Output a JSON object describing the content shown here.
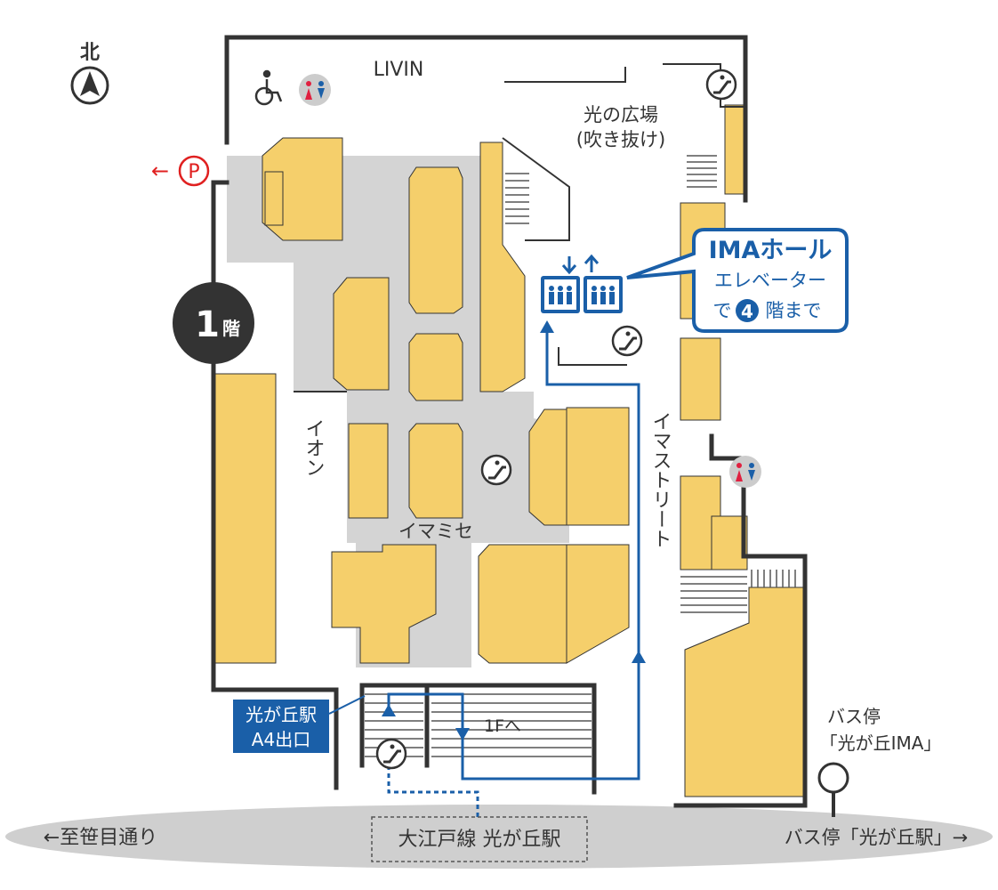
{
  "north": {
    "label": "北"
  },
  "top_area": {
    "label": "LIVIN"
  },
  "plaza": {
    "line1": "光の広場",
    "line2": "(吹き抜け)"
  },
  "parking": {
    "label": "←",
    "symbol": "P"
  },
  "floor_badge": {
    "number": "1",
    "suffix": "階"
  },
  "corridors": {
    "aeon": "イオン",
    "imamise": "イマミセ",
    "ima_street": "イマストリート"
  },
  "callout": {
    "title": "IMAホール",
    "line2": "エレベーター",
    "line3_pre": "で",
    "line3_num": "4",
    "line3_post": "階まで"
  },
  "exit": {
    "line1": "光が丘駅",
    "line2": "A4出口"
  },
  "stairs_label": "1Fへ",
  "bus_stop": {
    "line1": "バス停",
    "line2": "「光が丘IMA」"
  },
  "road": {
    "left": "←至笹目通り",
    "center": "大江戸線 光が丘駅",
    "right": "バス停「光が丘駅」→"
  },
  "colors": {
    "shop": "#f5cf6b",
    "walkway": "#d4d4d4",
    "wall": "#333333",
    "route": "#1a5fa8",
    "parking": "#e02020",
    "road": "#cfcfcf",
    "badge": "#333333"
  }
}
